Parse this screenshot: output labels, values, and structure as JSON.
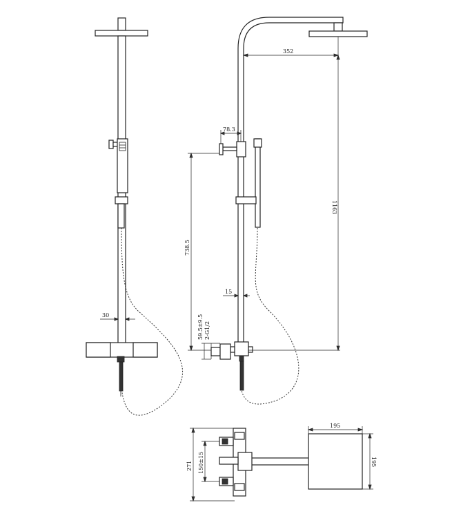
{
  "dimensions": {
    "arm_reach": "352",
    "total_height": "1163",
    "valve_offset": "78.3",
    "slide_height": "738.5",
    "tube_dia": "15",
    "tube_dia_front": "30",
    "inlet_spacing": "59.5±9.5",
    "inlet_thread": "2-G1/2",
    "head_width": "195",
    "head_depth": "195",
    "body_height": "271",
    "centers": "150±15"
  }
}
